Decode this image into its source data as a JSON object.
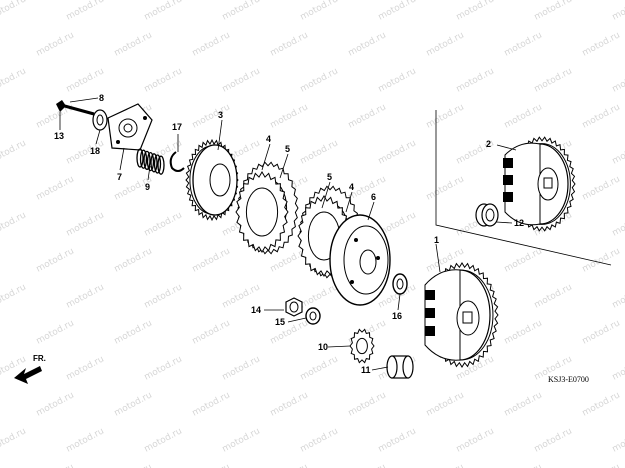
{
  "watermark": "motod.ru",
  "diagram_code": "KSJ3-E0700",
  "direction_label": "FR.",
  "labels": [
    {
      "id": "1",
      "text": "1"
    },
    {
      "id": "2",
      "text": "2"
    },
    {
      "id": "3",
      "text": "3"
    },
    {
      "id": "4a",
      "text": "4"
    },
    {
      "id": "4b",
      "text": "4"
    },
    {
      "id": "5a",
      "text": "5"
    },
    {
      "id": "5b",
      "text": "5"
    },
    {
      "id": "6",
      "text": "6"
    },
    {
      "id": "7",
      "text": "7"
    },
    {
      "id": "8",
      "text": "8"
    },
    {
      "id": "9",
      "text": "9"
    },
    {
      "id": "10",
      "text": "10"
    },
    {
      "id": "11",
      "text": "11"
    },
    {
      "id": "12",
      "text": "12"
    },
    {
      "id": "13",
      "text": "13"
    },
    {
      "id": "14",
      "text": "14"
    },
    {
      "id": "15",
      "text": "15"
    },
    {
      "id": "16",
      "text": "16"
    },
    {
      "id": "17",
      "text": "17"
    },
    {
      "id": "18",
      "text": "18"
    }
  ]
}
